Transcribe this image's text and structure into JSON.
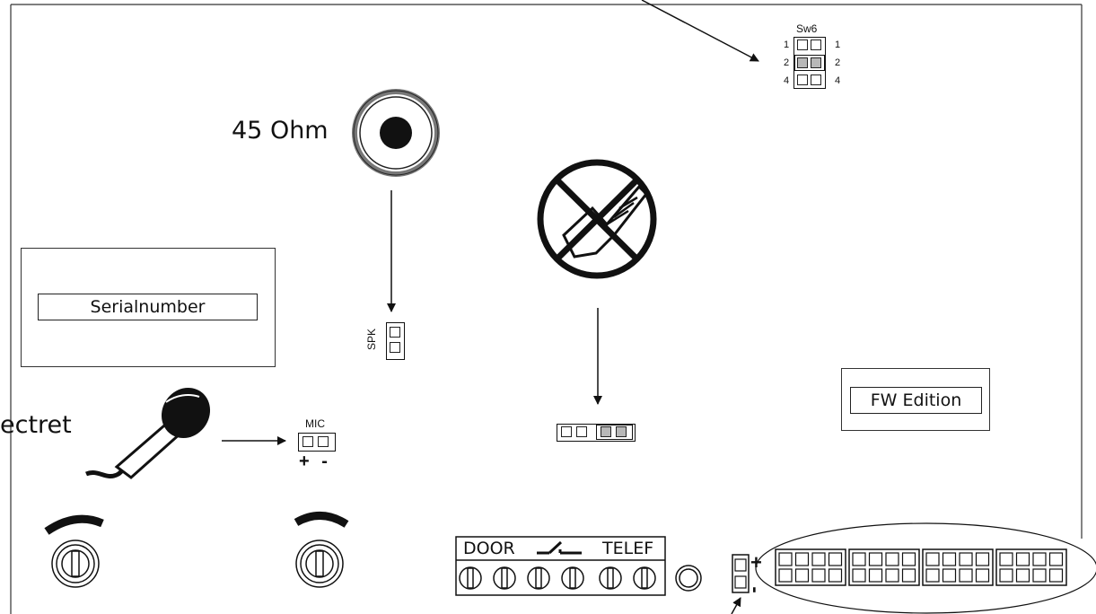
{
  "labels": {
    "speaker_impedance": "45 Ohm",
    "serial_number": "Serialnumber",
    "firmware": "FW Edition",
    "microphone_type": "ectret",
    "mic_header": "MIC",
    "mic_polarity": "+ -",
    "spk_header": "SPK",
    "switch_name": "Sw6",
    "switch_left_values": [
      "1",
      "2",
      "4"
    ],
    "switch_right_values": [
      "1",
      "2",
      "4"
    ],
    "terminal_door": "DOOR",
    "terminal_telef": "TELEF",
    "power_plus": "+",
    "power_minus": "-"
  },
  "icons": {
    "speaker": "speaker-icon",
    "no_touch": "no-touch-hand-icon",
    "microphone": "microphone-icon",
    "potentiometer": "potentiometer-icon",
    "relay_contact": "relay-contact-icon"
  },
  "colors": {
    "line": "#111111",
    "jumper_closed": "#b8b8b8",
    "speaker_ring": "#777777"
  }
}
